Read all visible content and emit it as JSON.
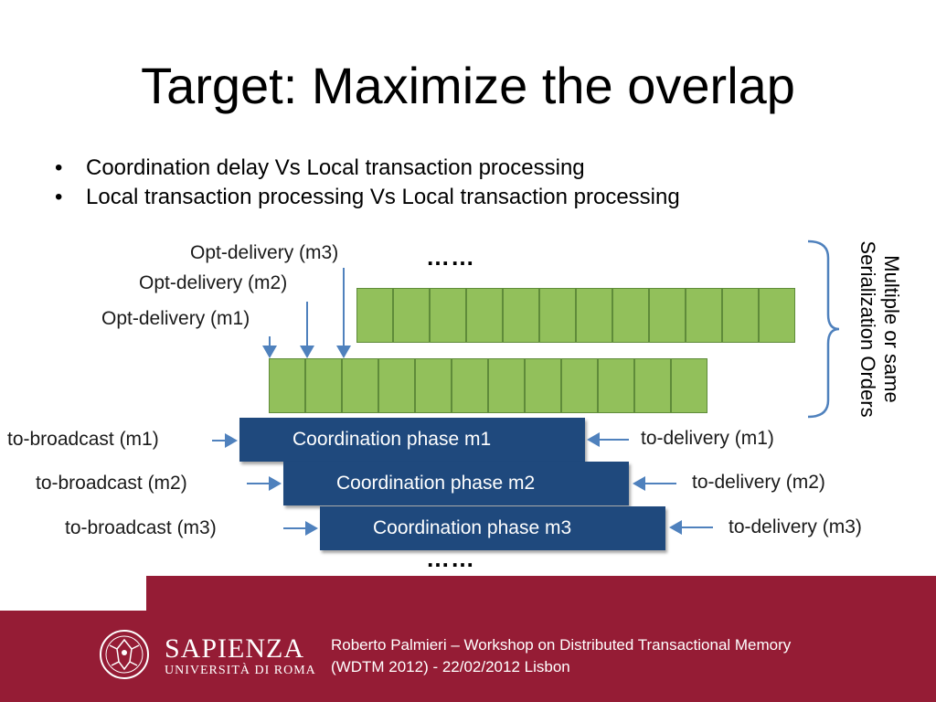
{
  "slide": {
    "title": "Target: Maximize the overlap",
    "bullets": [
      "Coordination delay Vs Local transaction processing",
      "Local transaction processing Vs Local transaction processing"
    ]
  },
  "diagram": {
    "opt_delivery": [
      "Opt-delivery (m1)",
      "Opt-delivery (m2)",
      "Opt-delivery (m3)"
    ],
    "ellipsis_top": "……",
    "ellipsis_bottom": "……",
    "serialization_label_line1": "Multiple or same",
    "serialization_label_line2": "Serialization Orders",
    "to_broadcast": [
      "to-broadcast (m1)",
      "to-broadcast (m2)",
      "to-broadcast (m3)"
    ],
    "coordination": [
      "Coordination phase m1",
      "Coordination phase m2",
      "Coordination phase m3"
    ],
    "to_delivery": [
      "to-delivery (m1)",
      "to-delivery (m2)",
      "to-delivery (m3)"
    ],
    "colors": {
      "cell_fill": "#92c05b",
      "coord_fill": "#1f497d",
      "arrow": "#4f81bd",
      "footer": "#951c35"
    }
  },
  "footer": {
    "line1": "Roberto Palmieri – Workshop on Distributed Transactional Memory",
    "line2": "(WDTM 2012) - 22/02/2012 Lisbon",
    "logo_name": "SAPIENZA",
    "logo_sub": "UNIVERSITÀ DI ROMA"
  }
}
